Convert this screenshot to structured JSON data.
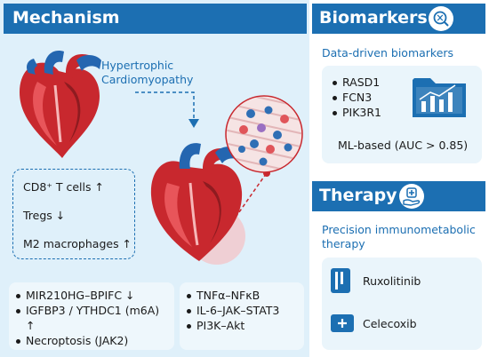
{
  "mechanism": {
    "title": "Mechanism",
    "heart_label_line1": "Hypertrophic",
    "heart_label_line2": "Cardiomyopathy",
    "immune": [
      "CD8⁺ T cells ↑",
      "Tregs ↓",
      "M2 macrophages ↑"
    ],
    "genes": [
      "MIR210HG–BPIFC ↓",
      "IGFBP3 / YTHDC1 (m6A) ↑",
      "Necroptosis (JAK2)"
    ],
    "pathways": [
      "TNFα–NFκB",
      "IL-6–JAK–STAT3",
      "PI3K–Akt"
    ]
  },
  "biomarkers": {
    "title": "Biomarkers",
    "subtitle": "Data-driven biomarkers",
    "items": [
      "RASD1",
      "FCN3",
      "PIK3R1"
    ],
    "ml": "ML-based (AUC > 0.85)"
  },
  "therapy": {
    "title": "Therapy",
    "subtitle_line1": "Precision immunometabolic",
    "subtitle_line2": "therapy",
    "drugs": [
      "Ruxolitinib",
      "Celecoxib"
    ]
  },
  "colors": {
    "header": "#1c6fb2",
    "panel": "#dff0fa",
    "heart_red": "#c8282e",
    "vessel_blue": "#2466b0"
  }
}
